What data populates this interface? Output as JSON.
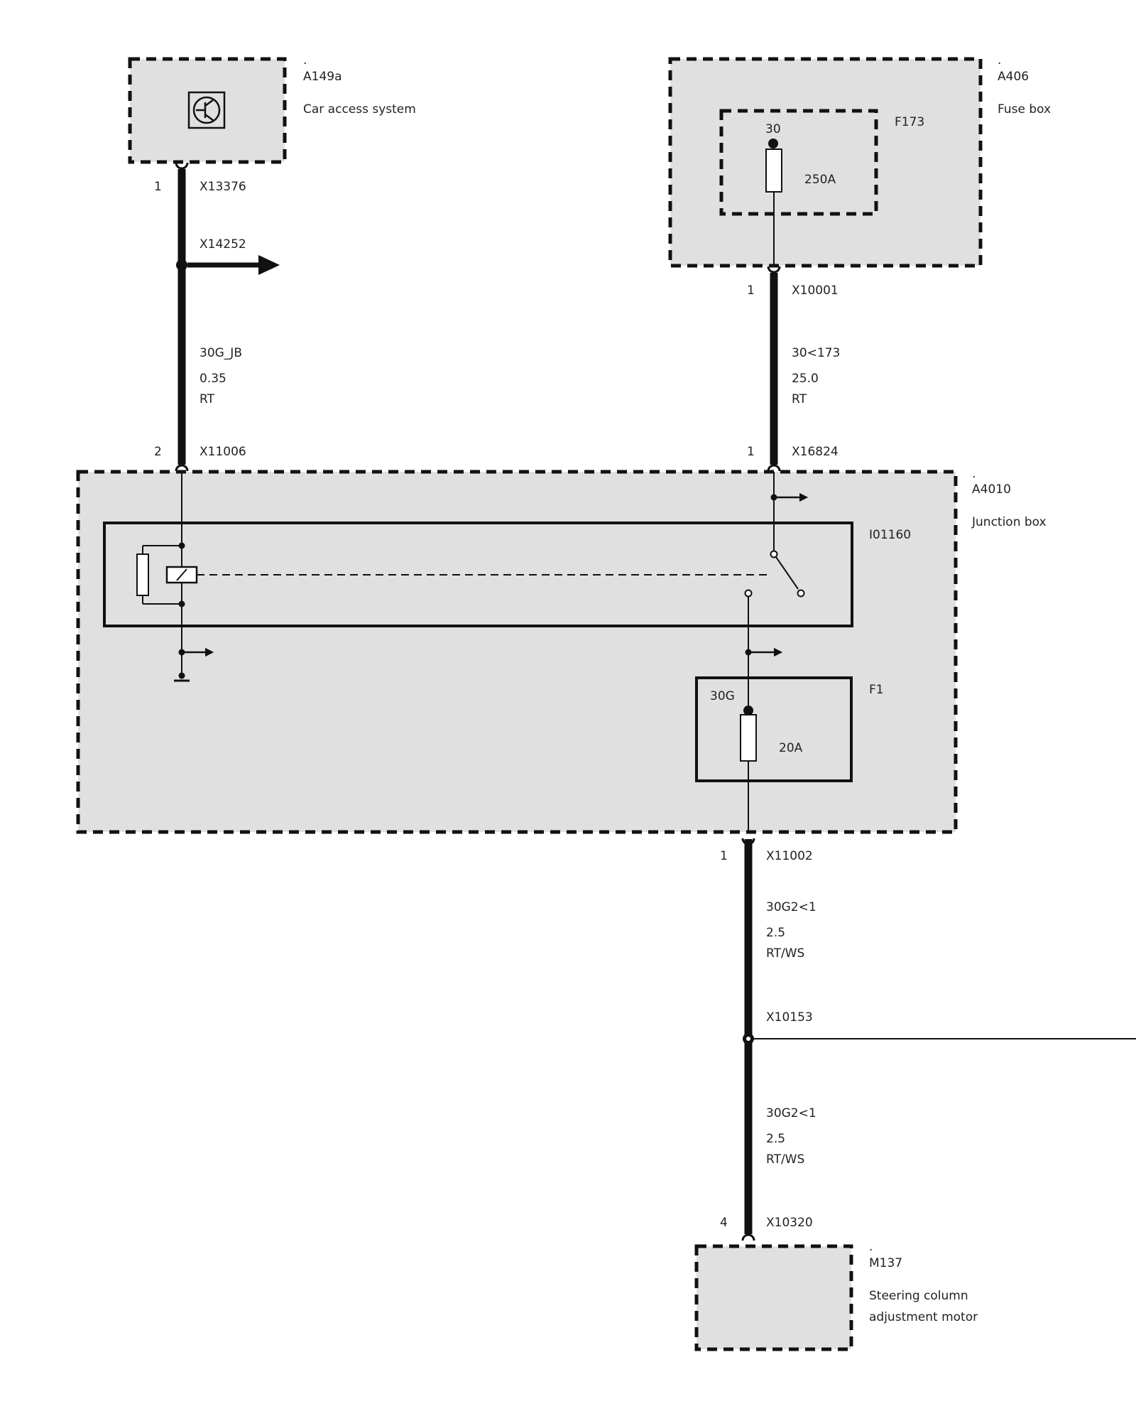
{
  "components": {
    "car_access": {
      "marker": ".",
      "id": "A149a",
      "name": "Car access system"
    },
    "fuse_box": {
      "marker": ".",
      "id": "A406",
      "name": "Fuse box",
      "fuse_id": "F173",
      "fuse_terminal": "30",
      "fuse_rating": "250A"
    },
    "junction_box": {
      "marker": ".",
      "id": "A4010",
      "name": "Junction box",
      "relay_id": "I01160",
      "fuse_id": "F1",
      "fuse_terminal": "30G",
      "fuse_rating": "20A"
    },
    "motor": {
      "marker": ".",
      "id": "M137",
      "name_line1": "Steering column",
      "name_line2": "adjustment motor"
    }
  },
  "connectors": {
    "x13376": {
      "pin": "1",
      "id": "X13376"
    },
    "x14252": {
      "id": "X14252"
    },
    "x11006": {
      "pin": "2",
      "id": "X11006"
    },
    "x10001": {
      "pin": "1",
      "id": "X10001"
    },
    "x16824": {
      "pin": "1",
      "id": "X16824"
    },
    "x11002": {
      "pin": "1",
      "id": "X11002"
    },
    "x10153": {
      "id": "X10153"
    },
    "x10320": {
      "pin": "4",
      "id": "X10320"
    }
  },
  "wires": {
    "w1": {
      "signal": "30G_JB",
      "size": "0.35",
      "color": "RT"
    },
    "w2": {
      "signal": "30<173",
      "size": "25.0",
      "color": "RT"
    },
    "w3": {
      "signal": "30G2<1",
      "size": "2.5",
      "color": "RT/WS"
    },
    "w4": {
      "signal": "30G2<1",
      "size": "2.5",
      "color": "RT/WS"
    }
  }
}
